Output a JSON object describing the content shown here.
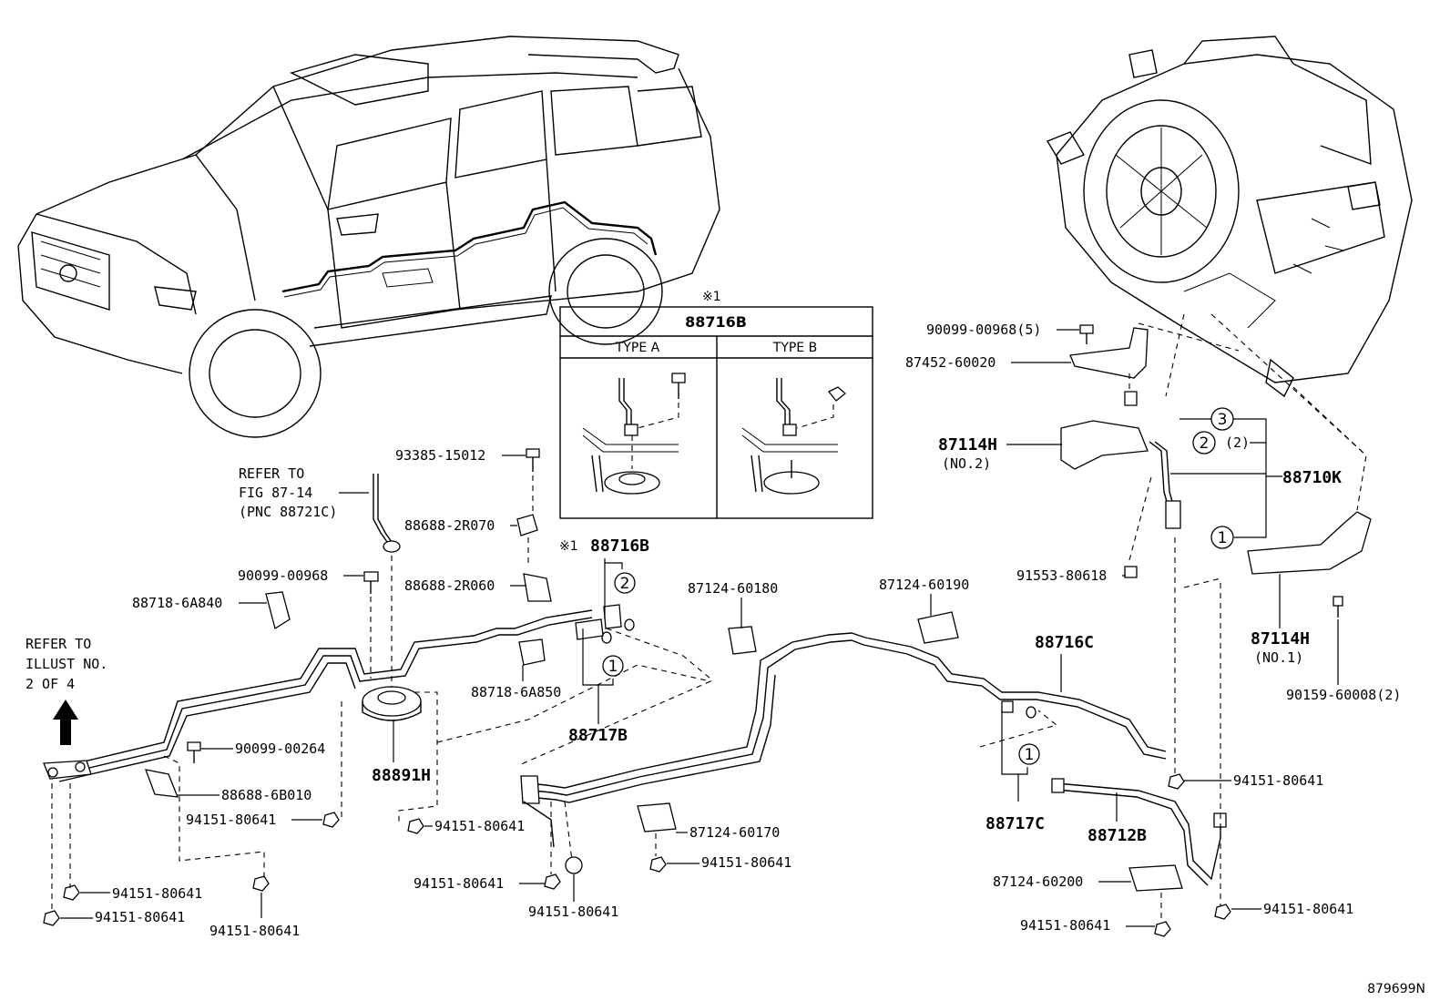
{
  "figure_id": "879699N",
  "refer_fig": {
    "line1": "REFER TO",
    "line2": "FIG 87-14",
    "line3": "(PNC 88721C)"
  },
  "refer_illust": {
    "line1": "REFER TO",
    "line2": "ILLUST NO.",
    "line3": "2 OF 4"
  },
  "inset": {
    "mark": "※1",
    "title": "88716B",
    "type_a": "TYPE A",
    "type_b": "TYPE B"
  },
  "callouts": {
    "n1": "1",
    "n2": "2",
    "n3": "3"
  },
  "labels": {
    "p93385": "93385-15012",
    "p88688_2r070": "88688-2R070",
    "p88688_2r060": "88688-2R060",
    "p90099_00968": "90099-00968",
    "p88718_6a840": "88718-6A840",
    "p88716b_mark": "※1",
    "p88716b": "88716B",
    "p88718_6a850": "88718-6A850",
    "p88717b": "88717B",
    "p90099_00264": "90099-00264",
    "p88891h": "88891H",
    "p88688_6b010": "88688-6B010",
    "p94151_a": "94151-80641",
    "p94151_b": "94151-80641",
    "p94151_c": "94151-80641",
    "p94151_d": "94151-80641",
    "p94151_e": "94151-80641",
    "p94151_f": "94151-80641",
    "p94151_g": "94151-80641",
    "p94151_h": "94151-80641",
    "p94151_i": "94151-80641",
    "p94151_j": "94151-80641",
    "p94151_k": "94151-80641",
    "p87124_60180": "87124-60180",
    "p87124_60190": "87124-60190",
    "p87124_60170": "87124-60170",
    "p87124_60200": "87124-60200",
    "p88716c": "88716C",
    "p88717c": "88717C",
    "p88712b": "88712B",
    "p90099_00968_5": "90099-00968(5)",
    "p87452": "87452-60020",
    "p87114h_no2": "87114H",
    "p87114h_no2_sub": "(NO.2)",
    "p88710k": "88710K",
    "p88710k_qty": "(2)",
    "p91553": "91553-80618",
    "p87114h_no1": "87114H",
    "p87114h_no1_sub": "(NO.1)",
    "p90159": "90159-60008(2)"
  }
}
